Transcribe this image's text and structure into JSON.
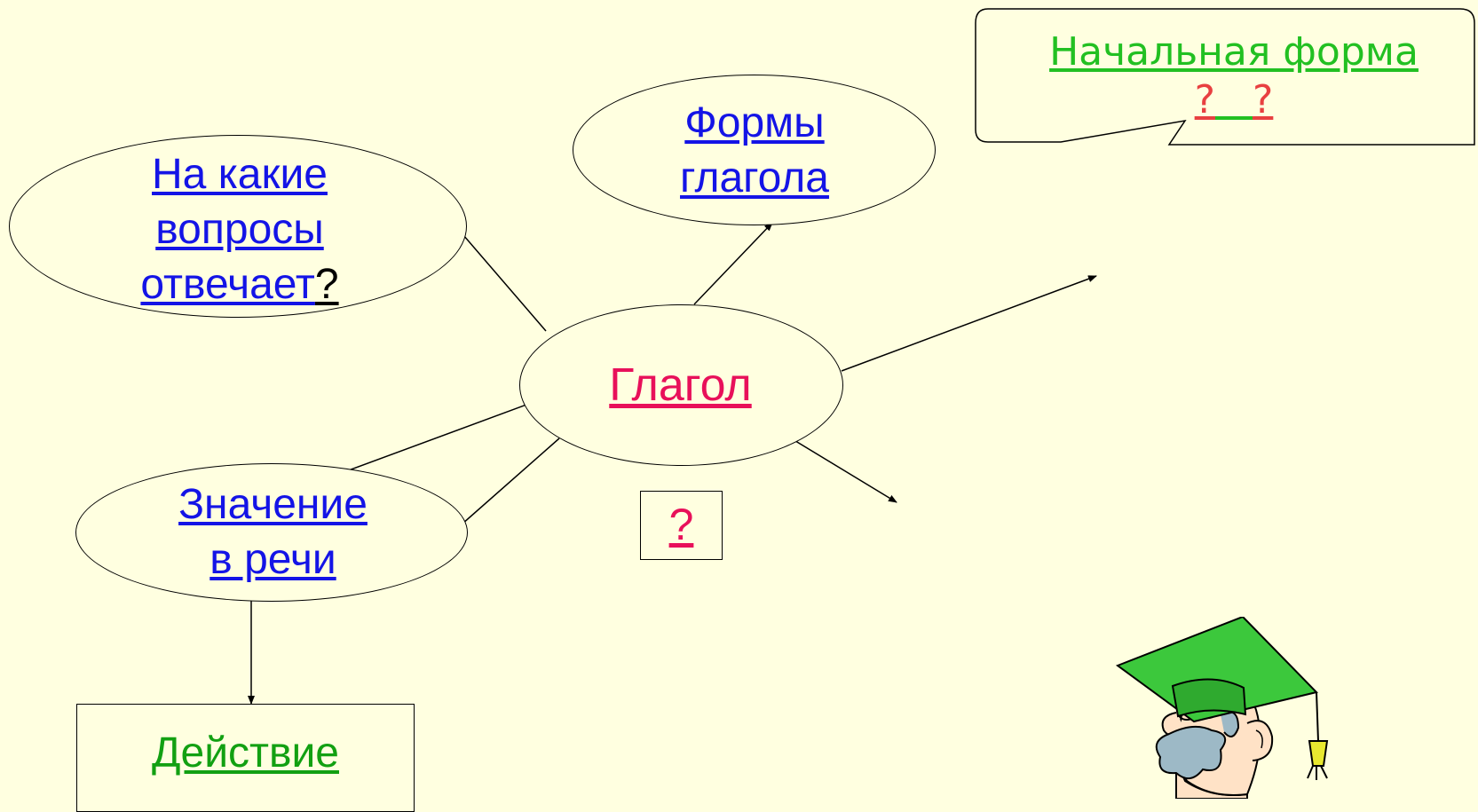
{
  "diagram": {
    "questions_node": {
      "line1": "На какие",
      "line2": "вопросы",
      "line3_link": "отвечает",
      "line3_suffix": "?"
    },
    "forms_node": {
      "line1": "Формы",
      "line2": "глагола"
    },
    "center_node": {
      "label": "Глагол"
    },
    "meaning_node": {
      "line1": "Значение",
      "line2": "в речи"
    },
    "question_box": {
      "label": "?"
    },
    "action_box": {
      "label": "Действие"
    },
    "callout": {
      "title": "Начальная форма",
      "mark1": "?",
      "mark2": "?"
    }
  },
  "colors": {
    "background": "#FFFFE0",
    "link_blue": "#1414E6",
    "center_pink": "#E8105A",
    "action_green": "#12A012",
    "callout_green": "#22C022",
    "callout_red": "#E84040",
    "cap_green": "#3CC83C"
  },
  "illustration": {
    "icon": "professor-graduation-cap-icon"
  }
}
